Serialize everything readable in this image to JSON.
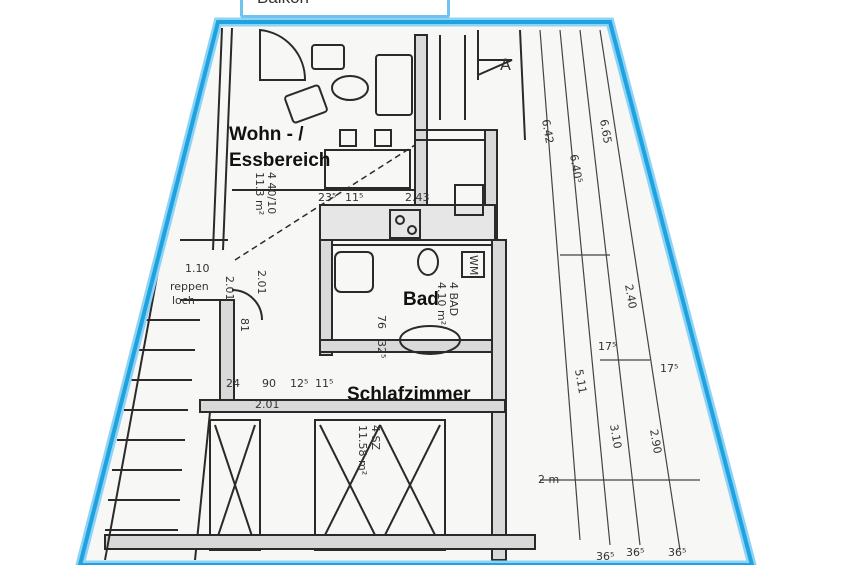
{
  "colors": {
    "outline": "#1ea2e0",
    "outline_light": "#8fd3f4",
    "ink": "#333333",
    "paper": "#ffffff"
  },
  "balcony": {
    "label": "Balkon"
  },
  "rooms": {
    "living": {
      "line1": "Wohn - /",
      "line2": "Essbereich"
    },
    "bath": {
      "label": "Bad"
    },
    "bedroom": {
      "label": "Schlafzimmer"
    }
  },
  "section_marker": "A",
  "stair_note": {
    "width": "1.10",
    "line1": "reppen",
    "line2": "loch"
  },
  "dimensions": {
    "d_243": "2.43",
    "d_201a": "2.01",
    "d_201b": "2.01",
    "d_201c": "2.01",
    "d_81": "81",
    "d_90": "90",
    "d_24": "24",
    "d_125": "12⁵",
    "d_115": "11⁵",
    "d_23": "23⁵",
    "d_76": "76",
    "d_32": "32⁵",
    "d_642": "6.42",
    "d_665": "6.65",
    "d_640": "6.40⁵",
    "d_240": "2.40",
    "d_511": "5.11",
    "d_310": "3.10",
    "d_290": "2.90",
    "d_175a": "17⁵",
    "d_175b": "17⁵",
    "d_365a": "36⁵",
    "d_365b": "36⁵",
    "d_365c": "36⁵",
    "d_2m": "2 m",
    "d_wohn_area": "4 40/10",
    "d_wohn_area2": "11.3 m²",
    "d_bad_area": "4 BAD",
    "d_bad_area2": "4.10 m²",
    "d_schlaf_area": "4 SZ",
    "d_schlaf_area2": "11.58 m²",
    "wm": "WM"
  }
}
